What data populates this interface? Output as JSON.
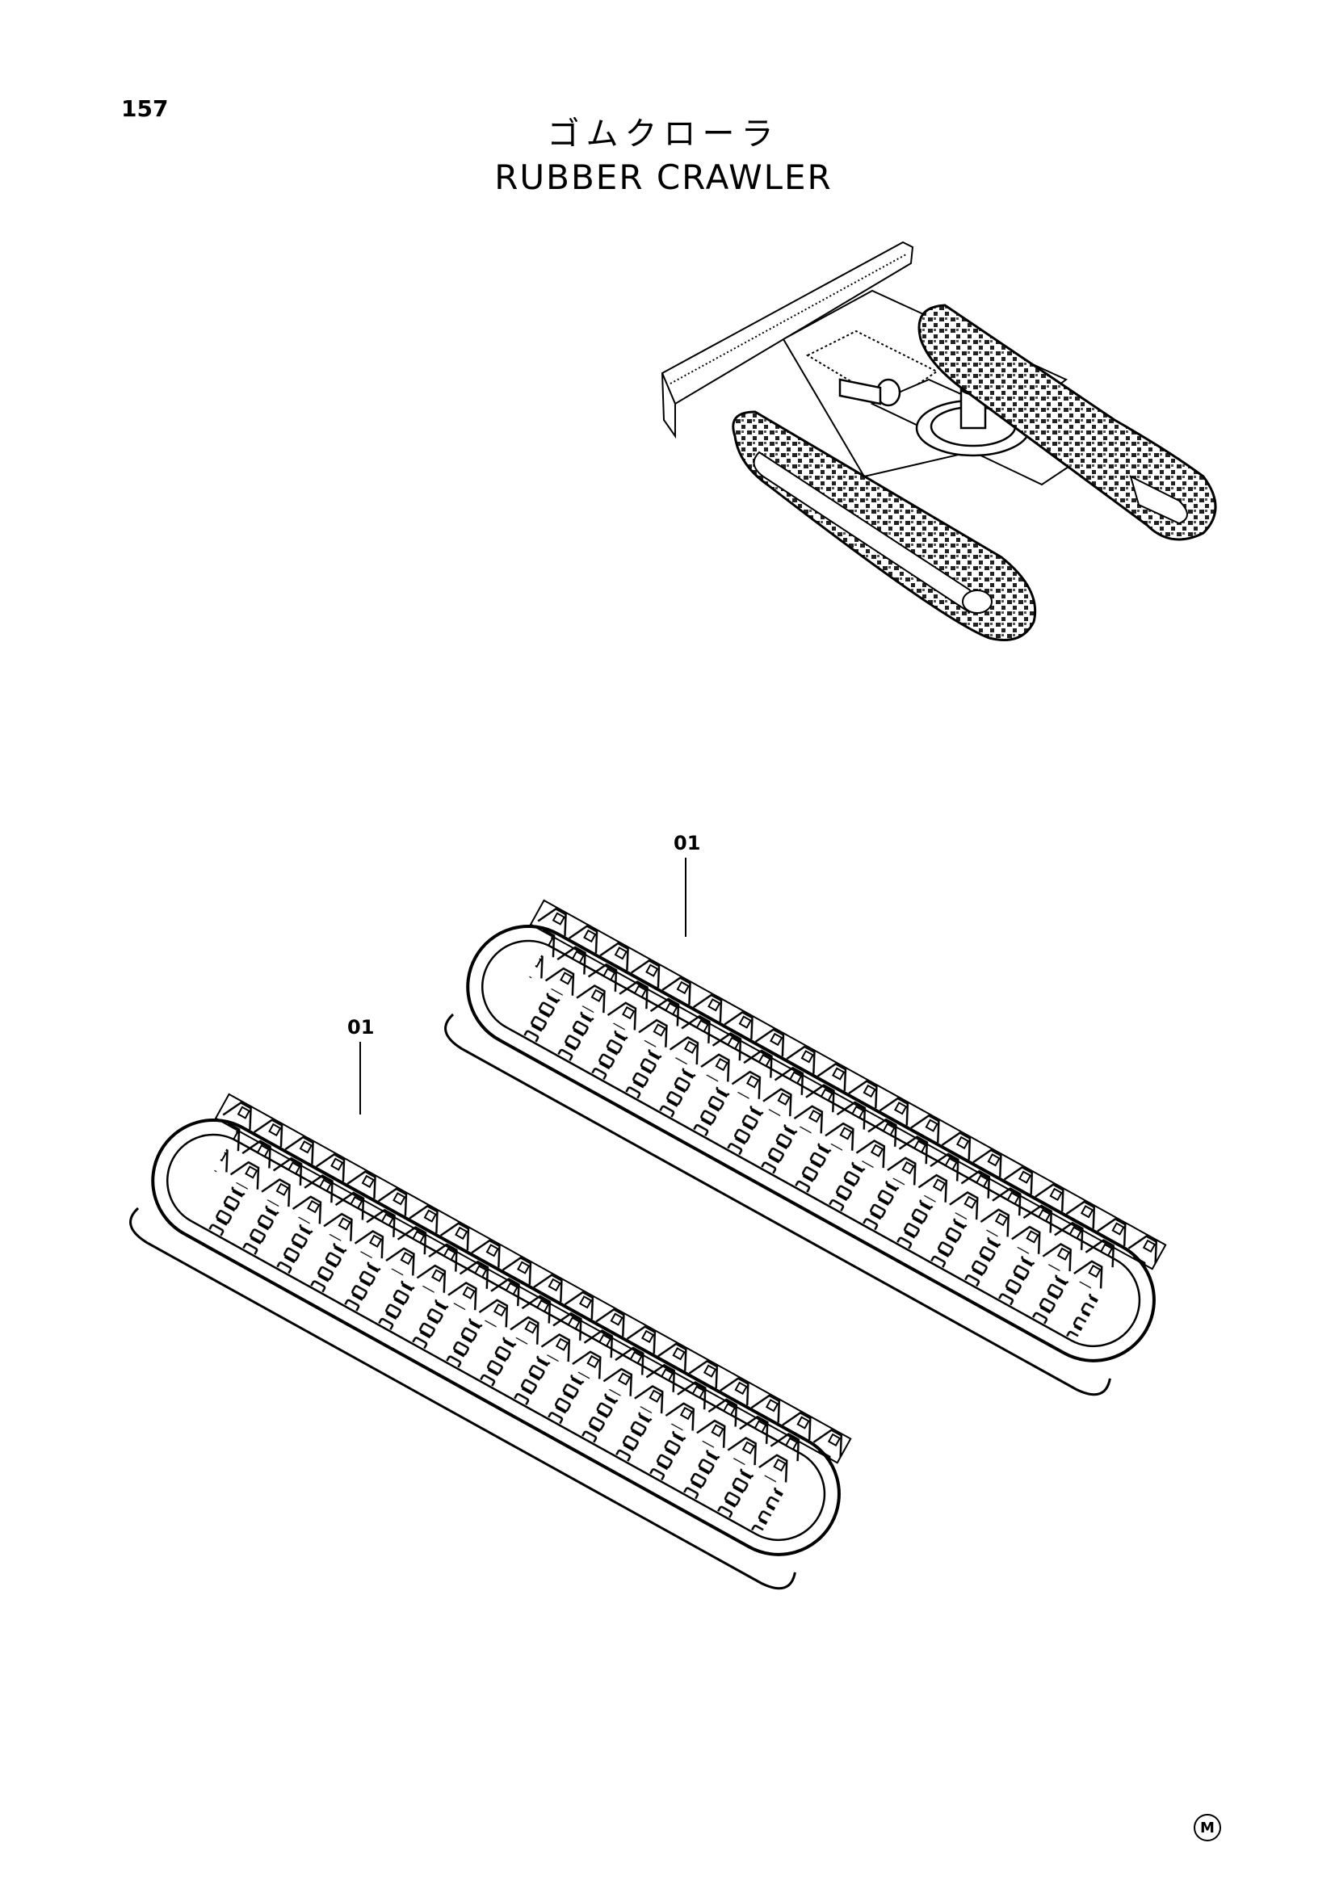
{
  "page_number": "157",
  "title_jp": "ゴムクローラ",
  "title_en": "RUBBER CRAWLER",
  "callouts": [
    "01",
    "01"
  ],
  "mark": "M"
}
